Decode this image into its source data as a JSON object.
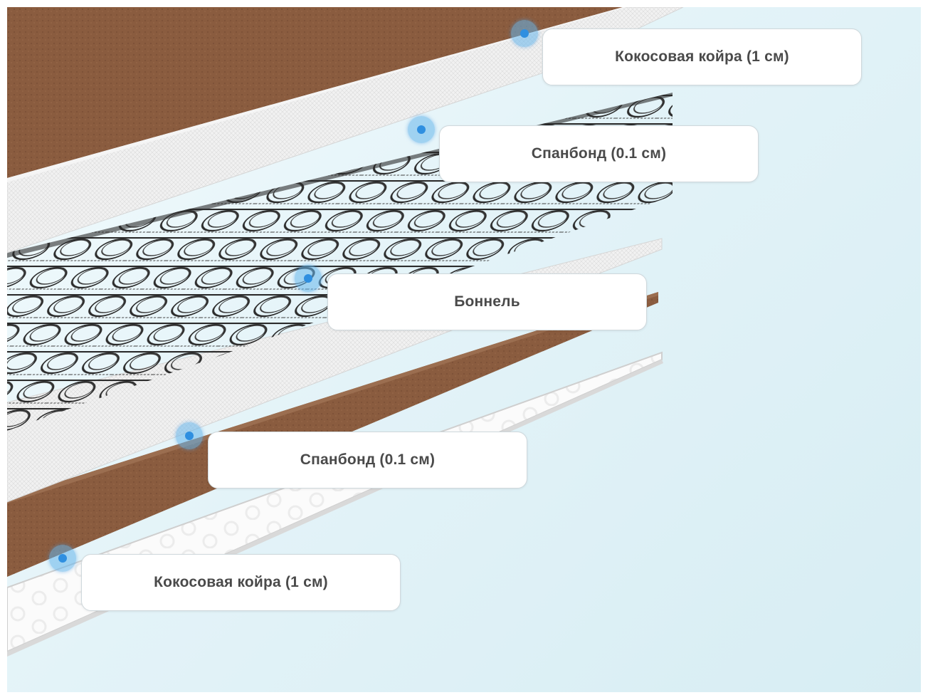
{
  "layers": [
    {
      "id": "top-coir",
      "label": "Кокосовая койра (1 см)"
    },
    {
      "id": "top-spunbond",
      "label": "Спанбонд (0.1 см)"
    },
    {
      "id": "bonnel",
      "label": "Боннель"
    },
    {
      "id": "bottom-spunbond",
      "label": "Спанбонд (0.1 см)"
    },
    {
      "id": "bottom-coir",
      "label": "Кокосовая койра (1 см)"
    }
  ],
  "colors": {
    "coir": "#8a5c3f",
    "spunbond": "#f2f2f2",
    "spring": "#2b2b2b",
    "marker": "#2f8fe0",
    "label_text": "#4a4a4a"
  }
}
